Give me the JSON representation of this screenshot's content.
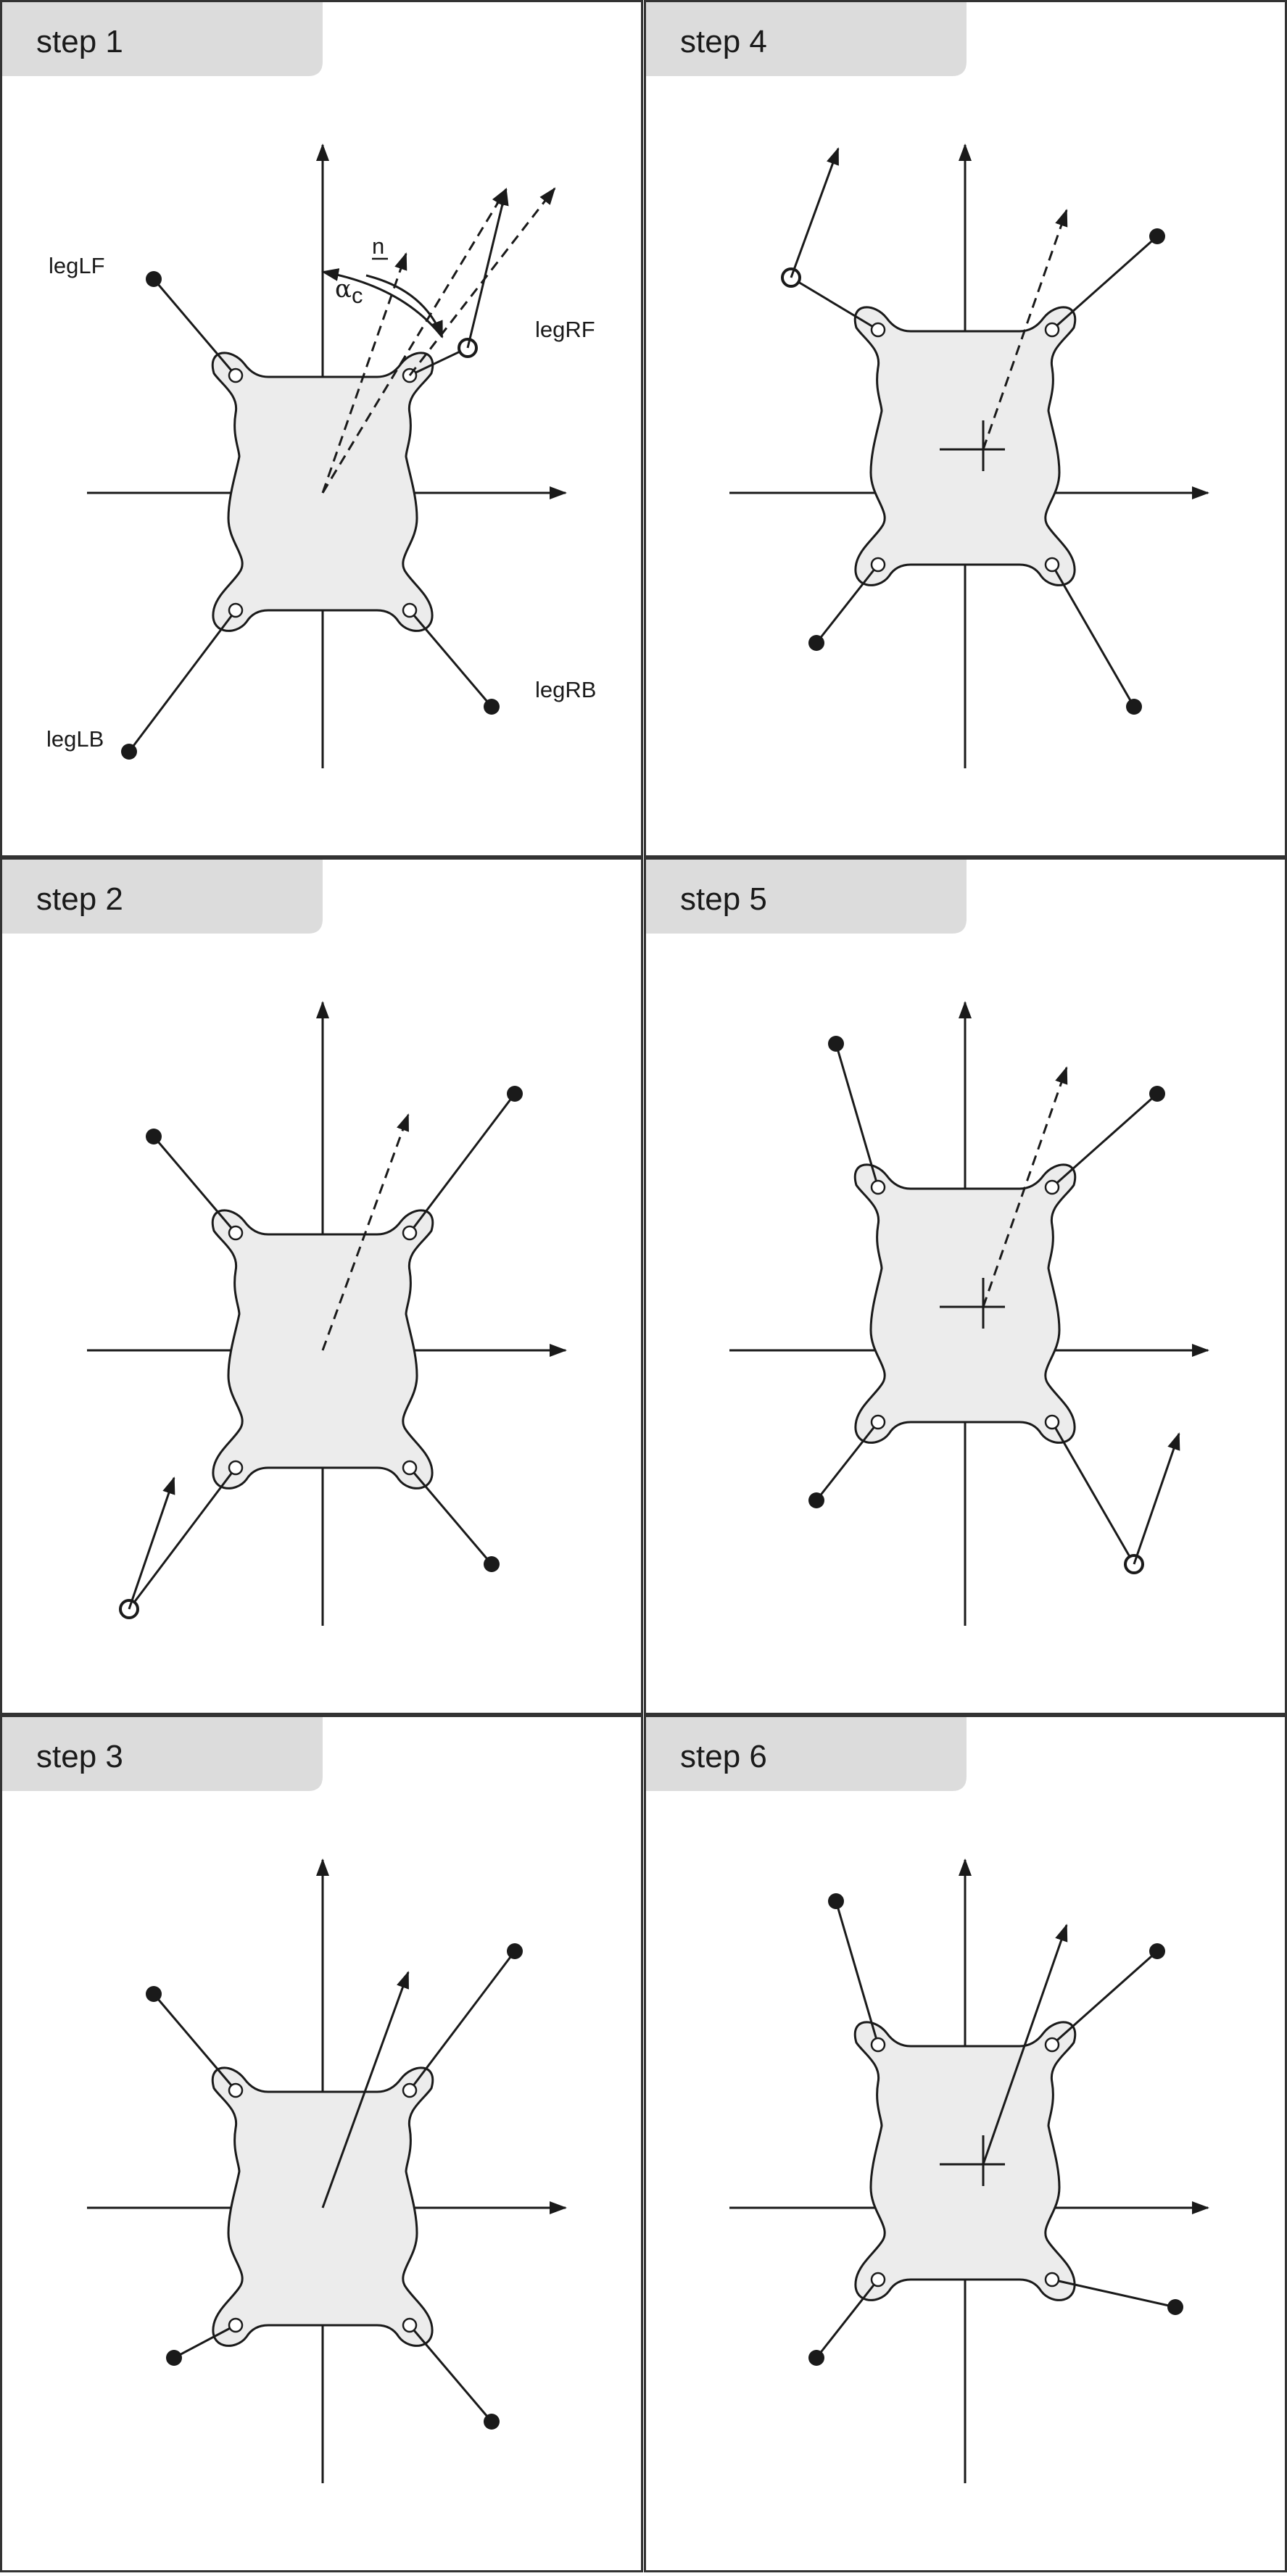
{
  "panels": [
    {
      "id": "p1",
      "title": "step 1",
      "col": 0,
      "row": 0
    },
    {
      "id": "p4",
      "title": "step 4",
      "col": 1,
      "row": 0
    },
    {
      "id": "p2",
      "title": "step 2",
      "col": 0,
      "row": 1
    },
    {
      "id": "p5",
      "title": "step 5",
      "col": 1,
      "row": 1
    },
    {
      "id": "p3",
      "title": "step 3",
      "col": 0,
      "row": 2
    },
    {
      "id": "p6",
      "title": "step 6",
      "col": 1,
      "row": 2
    }
  ],
  "labels": {
    "legLF": "legLF",
    "legRF": "legRF",
    "legLB": "legLB",
    "legRB": "legRB",
    "n": "n",
    "alpha": "α",
    "alpha_sub": "c"
  },
  "colors": {
    "body_fill": "#ececec",
    "tab_fill": "#dcdcdc",
    "line": "#1a1a1a",
    "border": "#333333"
  }
}
